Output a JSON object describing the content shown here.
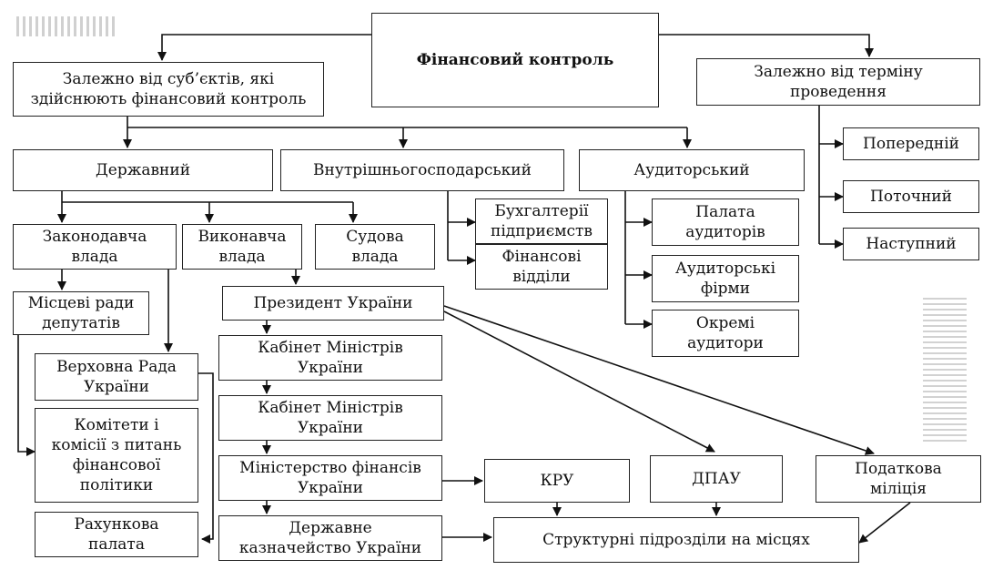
{
  "nodes": {
    "root": "Фінансовий контроль",
    "by_subject": "Залежно від суб’єктів, які\nздійснюють фінансовий контроль",
    "by_term": "Залежно від терміну\nпроведення",
    "preliminary": "Попередній",
    "current": "Поточний",
    "subsequent": "Наступний",
    "state": "Державний",
    "internal": "Внутрішньогосподарський",
    "audit": "Аудиторський",
    "enterprise_accounting": "Бухгалтерії\nпідприємств",
    "finance_departments": "Фінансові\nвідділи",
    "chamber_of_auditors": "Палата\nаудиторів",
    "audit_firms": "Аудиторські\nфірми",
    "individual_auditors": "Окремі\nаудитори",
    "legislative": "Законодавча\nвлада",
    "executive": "Виконавча\nвлада",
    "judicial": "Судова\nвлада",
    "local_councils": "Місцеві ради\nдепутатів",
    "verkhovna_rada": "Верховна Рада\nУкраїни",
    "committees": "Комітети і\nкомісії з питань\nфінансової\nполітики",
    "accounting_chamber": "Рахункова\nпалата",
    "president": "Президент України",
    "cabinet_1": "Кабінет Міністрів\nУкраїни",
    "cabinet_2": "Кабінет Міністрів\nУкраїни",
    "ministry_finance": "Міністерство фінансів\nУкраїни",
    "treasury": "Державне\nказначейство України",
    "kru": "КРУ",
    "dpau": "ДПАУ",
    "tax_police": "Податкова\nміліція",
    "local_units": "Структурні підрозділи на місцях"
  }
}
